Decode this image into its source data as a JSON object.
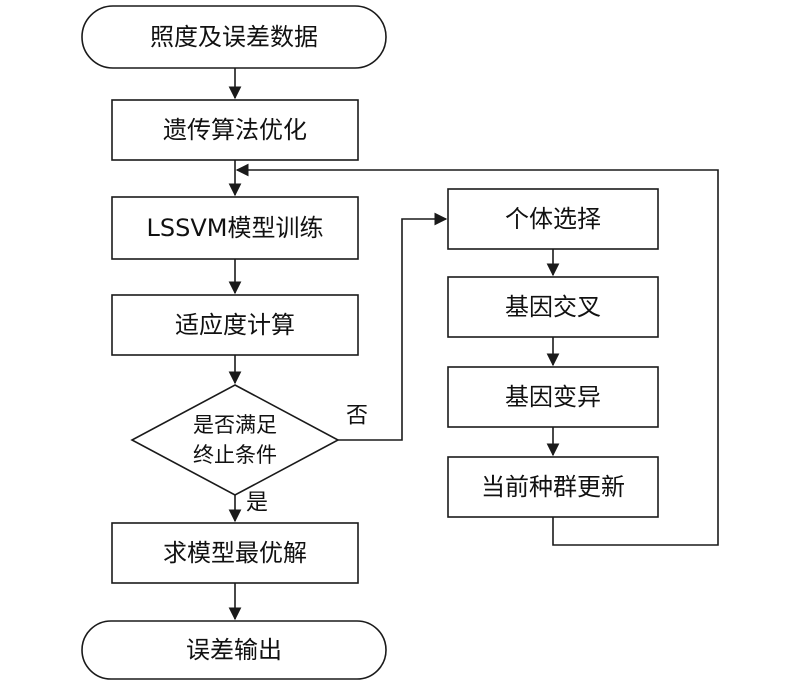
{
  "colors": {
    "stroke": "#1a1a1a",
    "text": "#111111",
    "background": "#ffffff"
  },
  "nodes": {
    "start": "照度及误差数据",
    "ga_optimize": "遗传算法优化",
    "lssvm_train": "LSSVM模型训练",
    "fitness": "适应度计算",
    "decision_line1": "是否满足",
    "decision_line2": "终止条件",
    "best_model": "求模型最优解",
    "end": "误差输出",
    "selection": "个体选择",
    "crossover": "基因交叉",
    "mutation": "基因变异",
    "update": "当前种群更新"
  },
  "edge_labels": {
    "yes": "是",
    "no": "否"
  }
}
